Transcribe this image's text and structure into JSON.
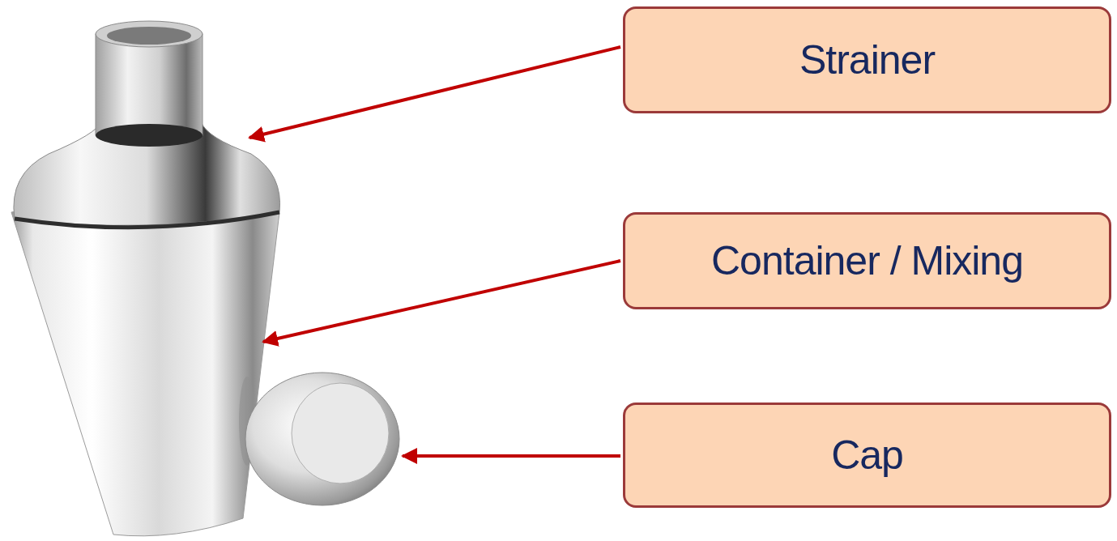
{
  "diagram": {
    "nodes": [
      {
        "text": [
          "Strainer"
        ]
      },
      {
        "text": [
          "Container / Mixing"
        ]
      },
      {
        "text": [
          "Cap"
        ]
      }
    ]
  }
}
